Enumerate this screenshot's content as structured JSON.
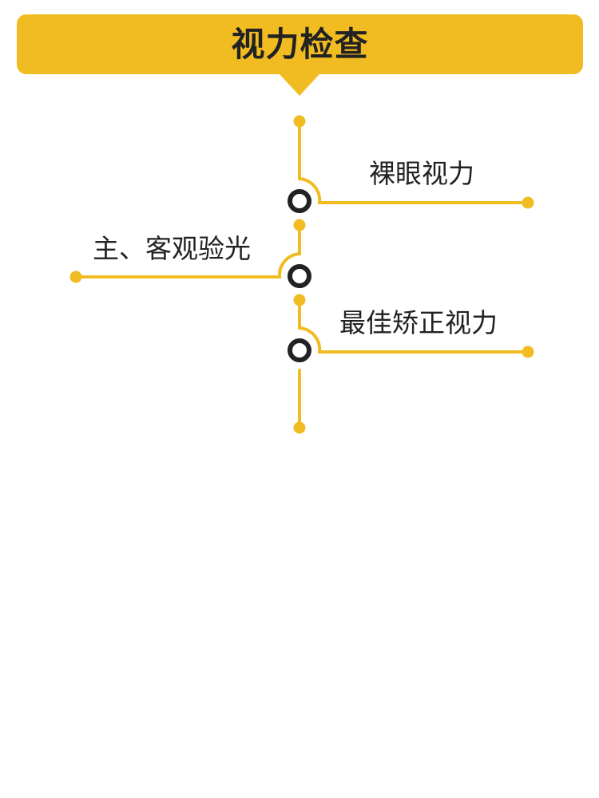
{
  "header": {
    "title": "视力检查"
  },
  "branches": [
    {
      "label": "裸眼视力",
      "side": "right"
    },
    {
      "label": "主、客观验光",
      "side": "left"
    },
    {
      "label": "最佳矫正视力",
      "side": "right"
    }
  ],
  "colors": {
    "accent": "#F1BC22",
    "node": "#222222",
    "text": "#222222",
    "background": "#FFFFFF"
  }
}
